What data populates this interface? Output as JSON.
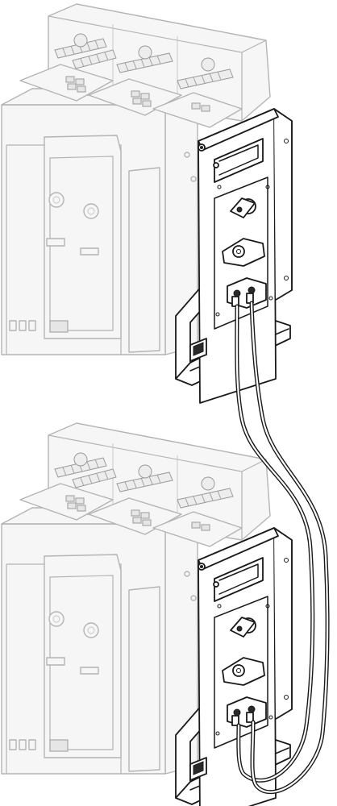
{
  "diagram": {
    "units": [
      {
        "id": "upper",
        "role": "breaker-with-interlock-plate"
      },
      {
        "id": "lower",
        "role": "breaker-with-interlock-plate"
      }
    ],
    "connectors": [
      {
        "from": "upper",
        "to": "lower",
        "kind": "double-cable"
      }
    ],
    "colors": {
      "ghost_stroke": "#b4b4b4",
      "ink_stroke": "#1a1a1a",
      "background": "#ffffff"
    }
  }
}
